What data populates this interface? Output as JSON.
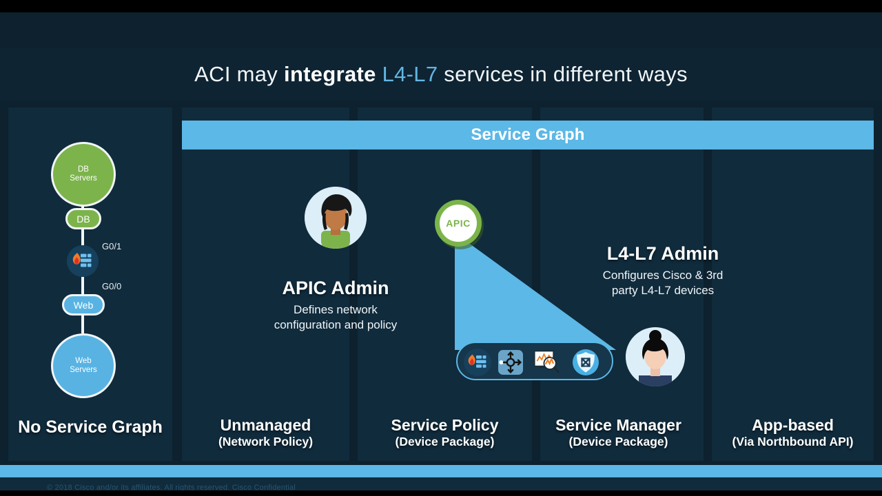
{
  "slide": {
    "title_part1": "ACI may ",
    "title_bold": "integrate",
    "title_accent": " L4-L7 ",
    "title_part2": "services in different ways",
    "banner_label": "Service Graph"
  },
  "topology": {
    "db_servers_line1": "DB",
    "db_servers_line2": "Servers",
    "db_epg": "DB",
    "iface_top": "G0/1",
    "iface_bottom": "G0/0",
    "web_epg": "Web",
    "web_servers_line1": "Web",
    "web_servers_line2": "Servers",
    "firewall_icon": "firewall-icon"
  },
  "columns": [
    {
      "title": "No Service Graph",
      "subtitle": ""
    },
    {
      "title": "Unmanaged",
      "subtitle": "(Network Policy)"
    },
    {
      "title": "Service Policy",
      "subtitle": "(Device Package)"
    },
    {
      "title": "Service Manager",
      "subtitle": "(Device Package)"
    },
    {
      "title": "App-based",
      "subtitle": "(Via Northbound API)"
    }
  ],
  "actors": {
    "apic_admin": {
      "name": "APIC Admin",
      "desc_line1": "Defines network",
      "desc_line2": "configuration and policy",
      "avatar_icon": "person-avatar-icon"
    },
    "l4l7_admin": {
      "name": "L4-L7 Admin",
      "desc_line1": "Configures Cisco & 3rd",
      "desc_line2": "party L4-L7 devices",
      "avatar_icon": "person-avatar-icon"
    },
    "apic_badge": {
      "label": "APIC",
      "icon": "apic-badge-icon"
    }
  },
  "device_bar": {
    "icons": [
      "firewall-icon",
      "load-balancer-icon",
      "analytics-monitor-icon",
      "security-shield-icon"
    ]
  },
  "footer": {
    "copyright": "© 2018  Cisco and/or its affiliates.  All rights reserved.     Cisco Confidential"
  },
  "colors": {
    "background": "#0d212e",
    "panel": "#102b3c",
    "accent_blue": "#5cb8e6",
    "accent_green": "#7cb44b",
    "node_blue": "#58b3e3",
    "title_accent": "#63b7e3"
  }
}
